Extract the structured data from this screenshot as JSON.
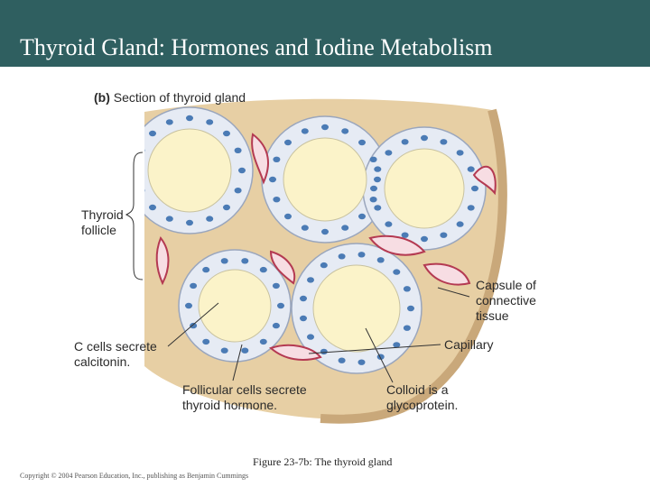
{
  "slide": {
    "title": "Thyroid Gland: Hormones and Iodine Metabolism",
    "caption": "Figure 23-7b: The thyroid gland",
    "copyright": "Copyright © 2004 Pearson Education, Inc., publishing as Benjamin Cummings"
  },
  "figure": {
    "panel_label": "(b)",
    "panel_title": "Section of thyroid gland",
    "labels": {
      "follicle_line1": "Thyroid",
      "follicle_line2": "follicle",
      "c_cells_line1": "C cells secrete",
      "c_cells_line2": "calcitonin.",
      "follicular_line1": "Follicular cells secrete",
      "follicular_line2": "thyroid hormone.",
      "colloid_line1": "Colloid is a",
      "colloid_line2": "glycoprotein.",
      "capsule_line1": "Capsule of",
      "capsule_line2": "connective",
      "capsule_line3": "tissue",
      "capillary": "Capillary"
    }
  },
  "colors": {
    "title_bar": "#2f5f60",
    "connective_tissue": "#e7cfa4",
    "colloid": "#fbf3c9",
    "follicular_cell": "#e6ebf4",
    "nucleus": "#4b7bb5",
    "capillary_fill": "#f7dde3",
    "capillary_edge": "#b43a52"
  }
}
